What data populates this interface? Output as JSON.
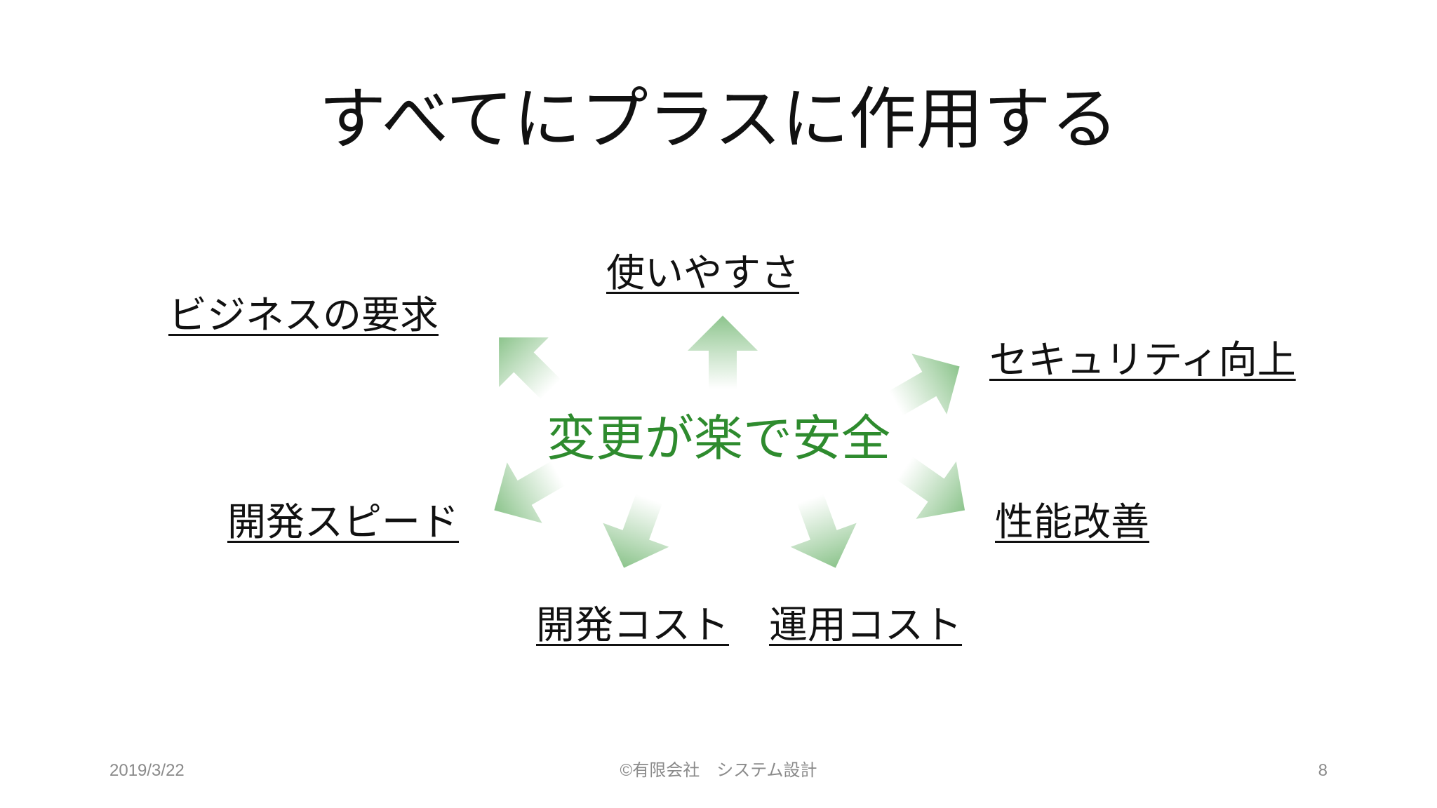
{
  "slide": {
    "title": "すべてにプラスに作用する",
    "center_label": "変更が楽で安全",
    "outcomes": {
      "usability": "使いやすさ",
      "business": "ビジネスの要求",
      "security": "セキュリティ向上",
      "dev_speed": "開発スピード",
      "performance": "性能改善",
      "dev_cost": "開発コスト",
      "op_cost": "運用コスト"
    },
    "footer": {
      "date": "2019/3/22",
      "copyright": "©有限会社　システム設計",
      "page": "8"
    }
  },
  "colors": {
    "center_label": "#2e8b2e",
    "arrow_fill": "#8cc48c",
    "text": "#111111",
    "footer": "#8a8a8a"
  }
}
